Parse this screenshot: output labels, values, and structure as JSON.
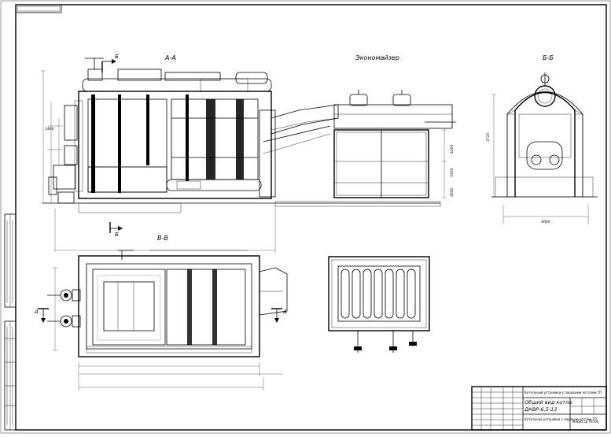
{
  "sheet": {
    "stamp_top_left": "",
    "views": {
      "section_aa": "А-А",
      "section_bb": "Б-Б",
      "section_vv": "В-В",
      "economizer": "Экономайзер"
    },
    "cut_marks": {
      "b_top": "Б",
      "b_bottom": "Б",
      "a_left": "А",
      "a_right": "А"
    },
    "dimensions": {
      "width_bb": "4060",
      "height_bb": "3720",
      "econ_1": "4200",
      "econ_2": "3300",
      "econ_3": "2650"
    }
  },
  "title_block": {
    "project": "Котельный установки с паровыми котлами ТП",
    "drawing_title": "Общий вид котла",
    "model": "ДКВР-6,5-13",
    "doc_code": "МЭБЮ.ср ПП-06",
    "sheet_note": "Котельная установка с паровым котлом ТП"
  }
}
